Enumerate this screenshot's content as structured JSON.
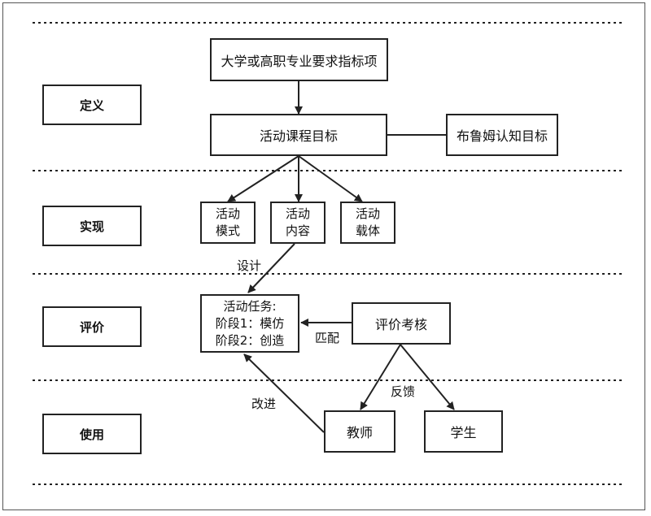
{
  "stages": {
    "define": "定义",
    "implement": "实现",
    "evaluate": "评价",
    "use": "使用"
  },
  "nodes": {
    "requirements": "大学或高职专业要求指标项",
    "course_goal": "活动课程目标",
    "bloom": "布鲁姆认知目标",
    "mode": [
      "活动",
      "模式"
    ],
    "content": [
      "活动",
      "内容"
    ],
    "carrier": [
      "活动",
      "载体"
    ],
    "task": [
      "活动任务:",
      "阶段1：模仿",
      "阶段2：创造"
    ],
    "assessment": "评价考核",
    "teacher": "教师",
    "student": "学生"
  },
  "edge_labels": {
    "design": "设计",
    "match": "匹配",
    "feedback": "反馈",
    "improve": "改进"
  }
}
